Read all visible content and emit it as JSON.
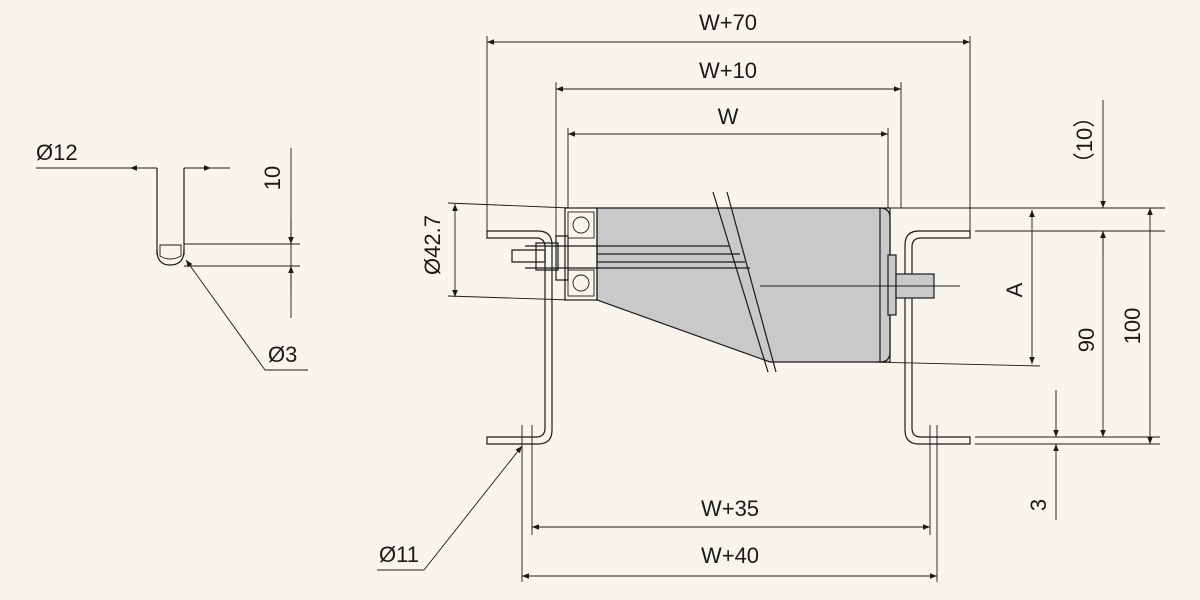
{
  "labels": {
    "w70": "W+70",
    "w10": "W+10",
    "w": "W",
    "w35": "W+35",
    "w40": "W+40",
    "d427": "Ø42.7",
    "d12": "Ø12",
    "d3": "Ø3",
    "d11": "Ø11",
    "ten": "10",
    "paren10": "（10）",
    "a": "A",
    "ninety": "90",
    "hundred": "100",
    "three": "3"
  }
}
